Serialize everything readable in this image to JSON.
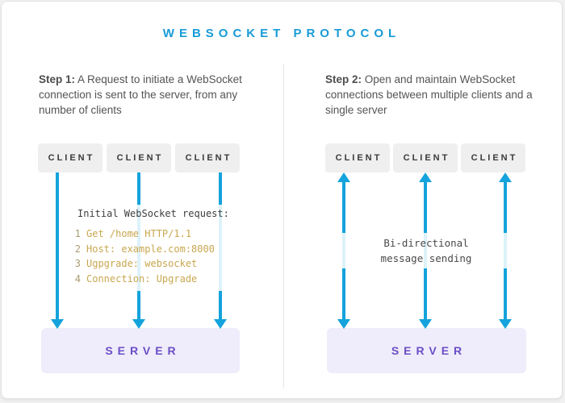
{
  "title": "WEBSOCKET PROTOCOL",
  "colors": {
    "title_blue": "#189BD7",
    "arrow_blue": "#14A3DC",
    "client_bg": "#EFEFEF",
    "client_text": "#3A3A3C",
    "server_bg": "#EFECFB",
    "server_text": "#6B4EC5",
    "code_text": "#C9A74F",
    "code_line_number": "#A89B72",
    "body_text": "#545456"
  },
  "step1": {
    "heading_bold": "Step 1:",
    "heading_rest": " A Request to initiate a WebSocket connection is sent to the server, from any number of clients",
    "clients": [
      "CLIENT",
      "CLIENT",
      "CLIENT"
    ],
    "code_title": "Initial WebSocket request:",
    "code_lines": [
      {
        "num": "1",
        "text": "Get /home HTTP/1.1"
      },
      {
        "num": "2",
        "text": "Host: example.com:8000"
      },
      {
        "num": "3",
        "text": "Ugpgrade: websocket"
      },
      {
        "num": "4",
        "text": "Connection: Upgrade"
      }
    ],
    "server": "SERVER"
  },
  "step2": {
    "heading_bold": "Step 2:",
    "heading_rest": " Open and maintain WebSocket connections between multiple clients and a single server",
    "clients": [
      "CLIENT",
      "CLIENT",
      "CLIENT"
    ],
    "label_lines": [
      "Bi-directional",
      "message sending"
    ],
    "server": "SERVER"
  }
}
